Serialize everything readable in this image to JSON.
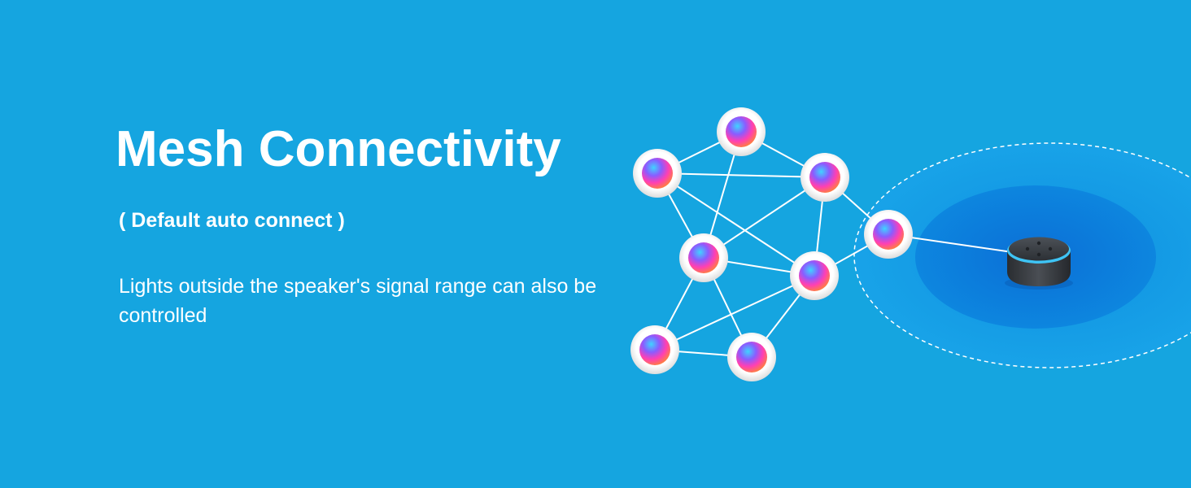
{
  "banner": {
    "title": "Mesh Connectivity",
    "subtitle": "( Default auto connect )",
    "description": "Lights outside the speaker's signal range can also be controlled"
  },
  "colors": {
    "background": "#15a5e0",
    "link_line": "#ffffff",
    "bulb_ring": "#f4f4f4",
    "signal_outer": "#139ee3",
    "signal_inner": "#0a7fdc",
    "speaker_body": "#3b3f44",
    "speaker_light_ring": "#3ec4f5"
  },
  "icons": {
    "light": "smart-bulb-icon",
    "speaker": "smart-speaker-icon"
  }
}
